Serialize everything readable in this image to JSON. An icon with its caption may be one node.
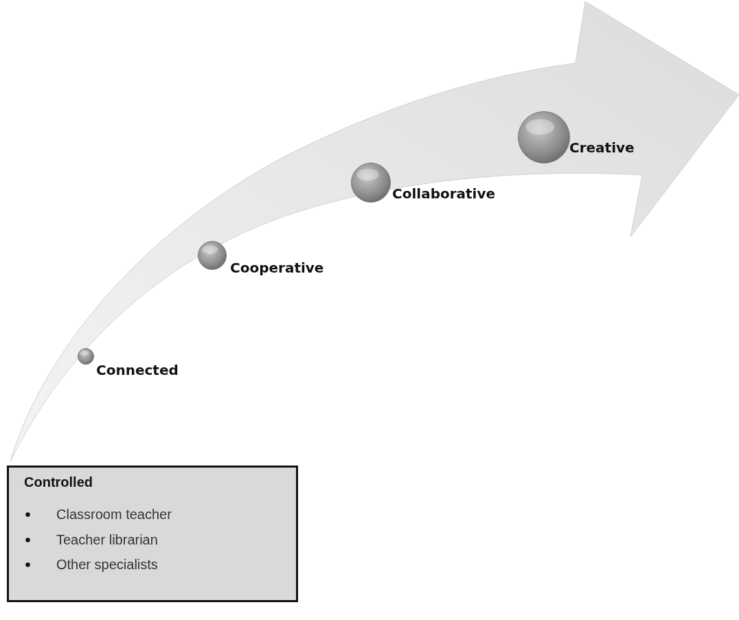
{
  "diagram": {
    "nodes": [
      {
        "text": [
          "Controlled",
          "Classroom teacher",
          "Teacher librarian",
          "Other specialists"
        ]
      },
      {
        "text": [],
        "shape": "circle",
        "beside": [
          "Connected"
        ]
      },
      {
        "text": [],
        "shape": "circle",
        "beside": [
          "Cooperative"
        ]
      },
      {
        "text": [],
        "shape": "circle",
        "beside": [
          "Collaborative"
        ]
      },
      {
        "text": [],
        "shape": "circle",
        "beside": [
          "Creative"
        ]
      }
    ]
  }
}
